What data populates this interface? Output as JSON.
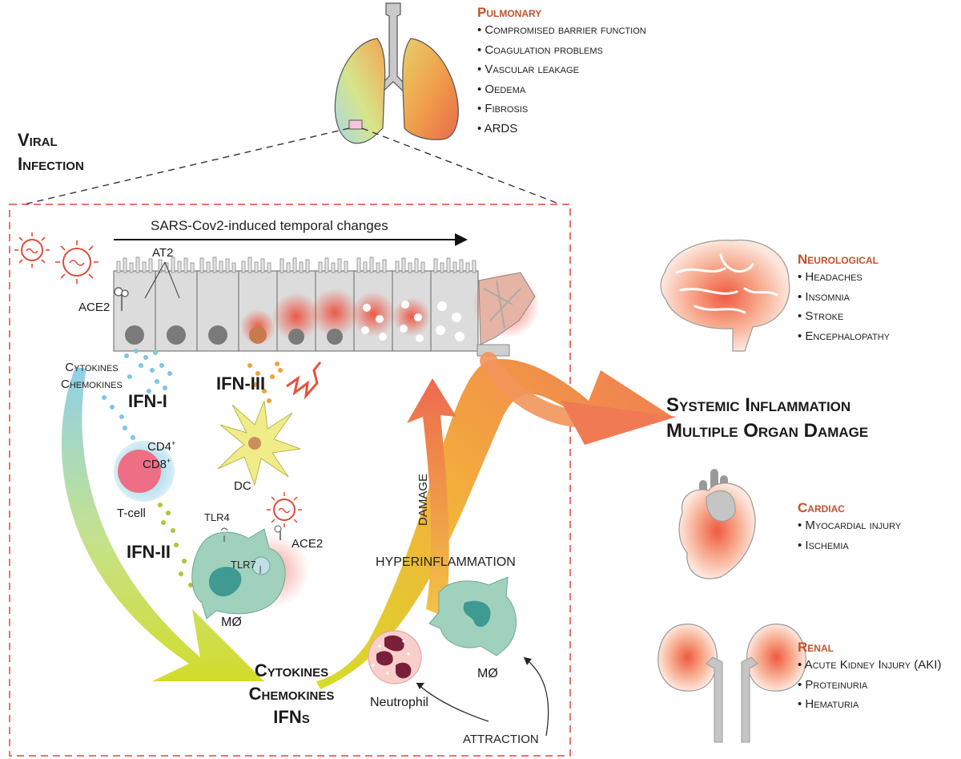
{
  "viral_infection": {
    "line1": "Viral",
    "line2": "Infection"
  },
  "pulmonary": {
    "heading": "Pulmonary",
    "items": [
      "Compromised barrier function",
      "Coagulation problems",
      "Vascular leakage",
      "Oedema",
      "Fibrosis",
      "ARDS"
    ]
  },
  "neurological": {
    "heading": "Neurological",
    "items": [
      "Headaches",
      "Insomnia",
      "Stroke",
      "Encephalopathy"
    ]
  },
  "cardiac": {
    "heading": "Cardiac",
    "items": [
      "Myocardial injury",
      "Ischemia"
    ]
  },
  "renal": {
    "heading": "Renal",
    "items": [
      "Acute Kidney Injury (AKI)",
      "Proteinuria",
      "Hematuria"
    ]
  },
  "systemic": {
    "line1": "Systemic Inflammation",
    "line2": "Multiple Organ Damage"
  },
  "panel": {
    "timeline": "SARS-Cov2-induced temporal changes",
    "at2": "AT2",
    "ace2_top": "ACE2",
    "cytokines_top": {
      "line1": "Cytokines",
      "line2": "Chemokines"
    },
    "ifn1": "IFN-I",
    "ifn3": "IFN-III",
    "ifn2": "IFN-II",
    "cd4": "CD4",
    "cd8": "CD8",
    "sup": "+",
    "tcell": "T-cell",
    "dc": "DC",
    "tlr4": "TLR4",
    "tlr7": "TLR7",
    "ace2_mac": "ACE2",
    "mac1": "MØ",
    "mac2": "MØ",
    "damage": "DAMAGE",
    "hyperinflammation": "HYPERINFLAMMATION",
    "neutrophil": "Neutrophil",
    "attraction": "ATTRACTION",
    "bottom": {
      "line1": "Cytokines",
      "line2": "Chemokines",
      "line3": "IFNs"
    }
  },
  "colors": {
    "accent": "#c0532a",
    "dashed": "#e0463a",
    "cell": "#d9d9d9",
    "macrophage": "#9fd1bd",
    "virus": "#e04a36"
  }
}
